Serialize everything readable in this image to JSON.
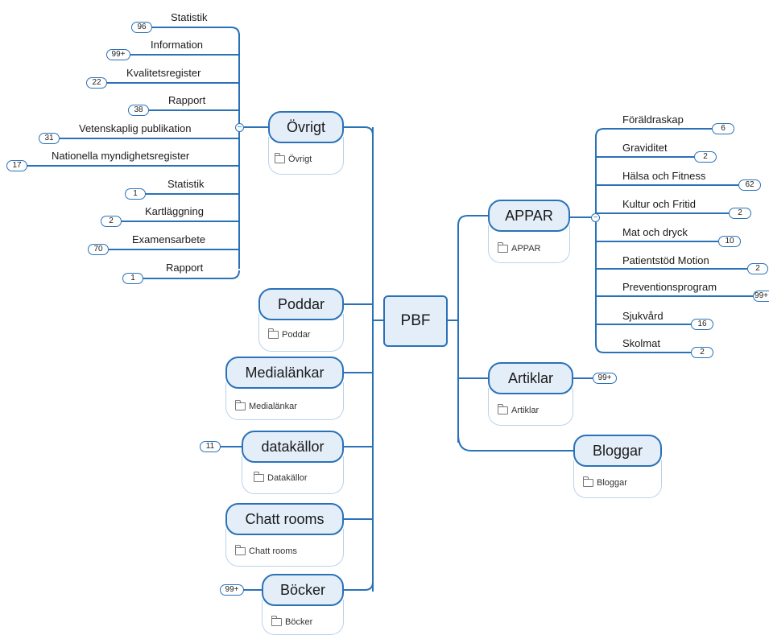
{
  "root": {
    "label": "PBF"
  },
  "ovrigt": {
    "label": "Övrigt",
    "card_label": "Övrigt",
    "leaves": [
      {
        "label": "Statistik",
        "count": "96"
      },
      {
        "label": "Information",
        "count": "99+"
      },
      {
        "label": "Kvalitetsregister",
        "count": "22"
      },
      {
        "label": "Rapport",
        "count": "38"
      },
      {
        "label": "Vetenskaplig publikation",
        "count": "31"
      },
      {
        "label": "Nationella myndighetsregister",
        "count": "17"
      },
      {
        "label": "Statistik",
        "count": "1"
      },
      {
        "label": "Kartläggning",
        "count": "2"
      },
      {
        "label": "Examensarbete",
        "count": "70"
      },
      {
        "label": "Rapport",
        "count": "1"
      }
    ]
  },
  "poddar": {
    "label": "Poddar",
    "card_label": "Poddar"
  },
  "medialankar": {
    "label": "Medialänkar",
    "card_label": "Medialänkar"
  },
  "datakallor": {
    "label": "datakällor",
    "card_label": "Datakällor",
    "count": "11"
  },
  "chatt": {
    "label": "Chatt rooms",
    "card_label": "Chatt rooms"
  },
  "bocker": {
    "label": "Böcker",
    "card_label": "Böcker",
    "count": "99+"
  },
  "appar": {
    "label": "APPAR",
    "card_label": "APPAR",
    "leaves": [
      {
        "label": "Föräldraskap",
        "count": "6"
      },
      {
        "label": "Graviditet",
        "count": "2"
      },
      {
        "label": "Hälsa och Fitness",
        "count": "62"
      },
      {
        "label": "Kultur och Fritid",
        "count": "2"
      },
      {
        "label": "Mat och dryck",
        "count": "10"
      },
      {
        "label": "Patientstöd Motion",
        "count": "2"
      },
      {
        "label": "Preventionsprogram",
        "count": "99+"
      },
      {
        "label": "Sjukvård",
        "count": "16"
      },
      {
        "label": "Skolmat",
        "count": "2"
      }
    ]
  },
  "artiklar": {
    "label": "Artiklar",
    "card_label": "Artiklar",
    "count": "99+"
  },
  "bloggar": {
    "label": "Bloggar",
    "card_label": "Bloggar"
  },
  "collapse_symbol": "−",
  "colors": {
    "line": "#2a72b8",
    "node_fill": "#e3eef9"
  }
}
